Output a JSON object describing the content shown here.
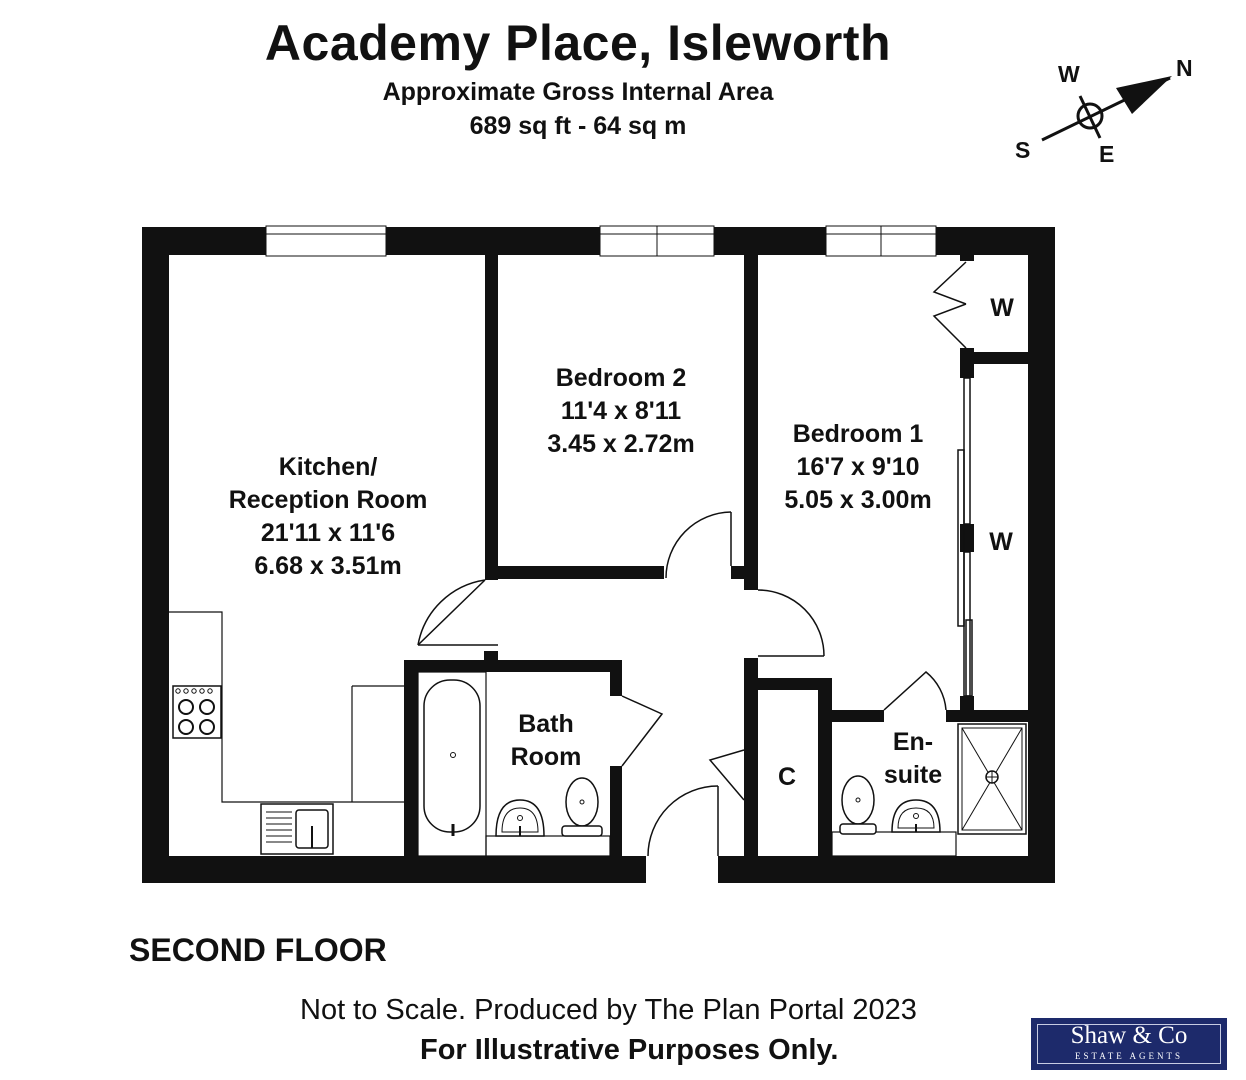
{
  "header": {
    "title": "Academy Place, Isleworth",
    "subtitle": "Approximate Gross Internal Area",
    "area": "689 sq ft - 64 sq m"
  },
  "compass": {
    "north": "N",
    "south": "S",
    "east": "E",
    "west": "W"
  },
  "rooms": {
    "kitchen": [
      "Kitchen/",
      "Reception Room",
      "21'11 x 11'6",
      "6.68 x 3.51m"
    ],
    "bedroom2": [
      "Bedroom 2",
      "11'4 x 8'11",
      "3.45 x 2.72m"
    ],
    "bedroom1": [
      "Bedroom 1",
      "16'7 x 9'10",
      "5.05 x 3.00m"
    ],
    "bathroom": [
      "Bath",
      "Room"
    ],
    "ensuite": [
      "En-",
      "suite"
    ],
    "cupboard": "C",
    "wardrobe_top": "W",
    "wardrobe_side": "W"
  },
  "floor_label": "SECOND FLOOR",
  "footer": {
    "note1": "Not to Scale. Produced by The Plan Portal 2023",
    "note2": "For Illustrative Purposes Only."
  },
  "logo": {
    "name": "Shaw & Co",
    "tagline": "ESTATE AGENTS",
    "color": "#1d2a6b"
  }
}
